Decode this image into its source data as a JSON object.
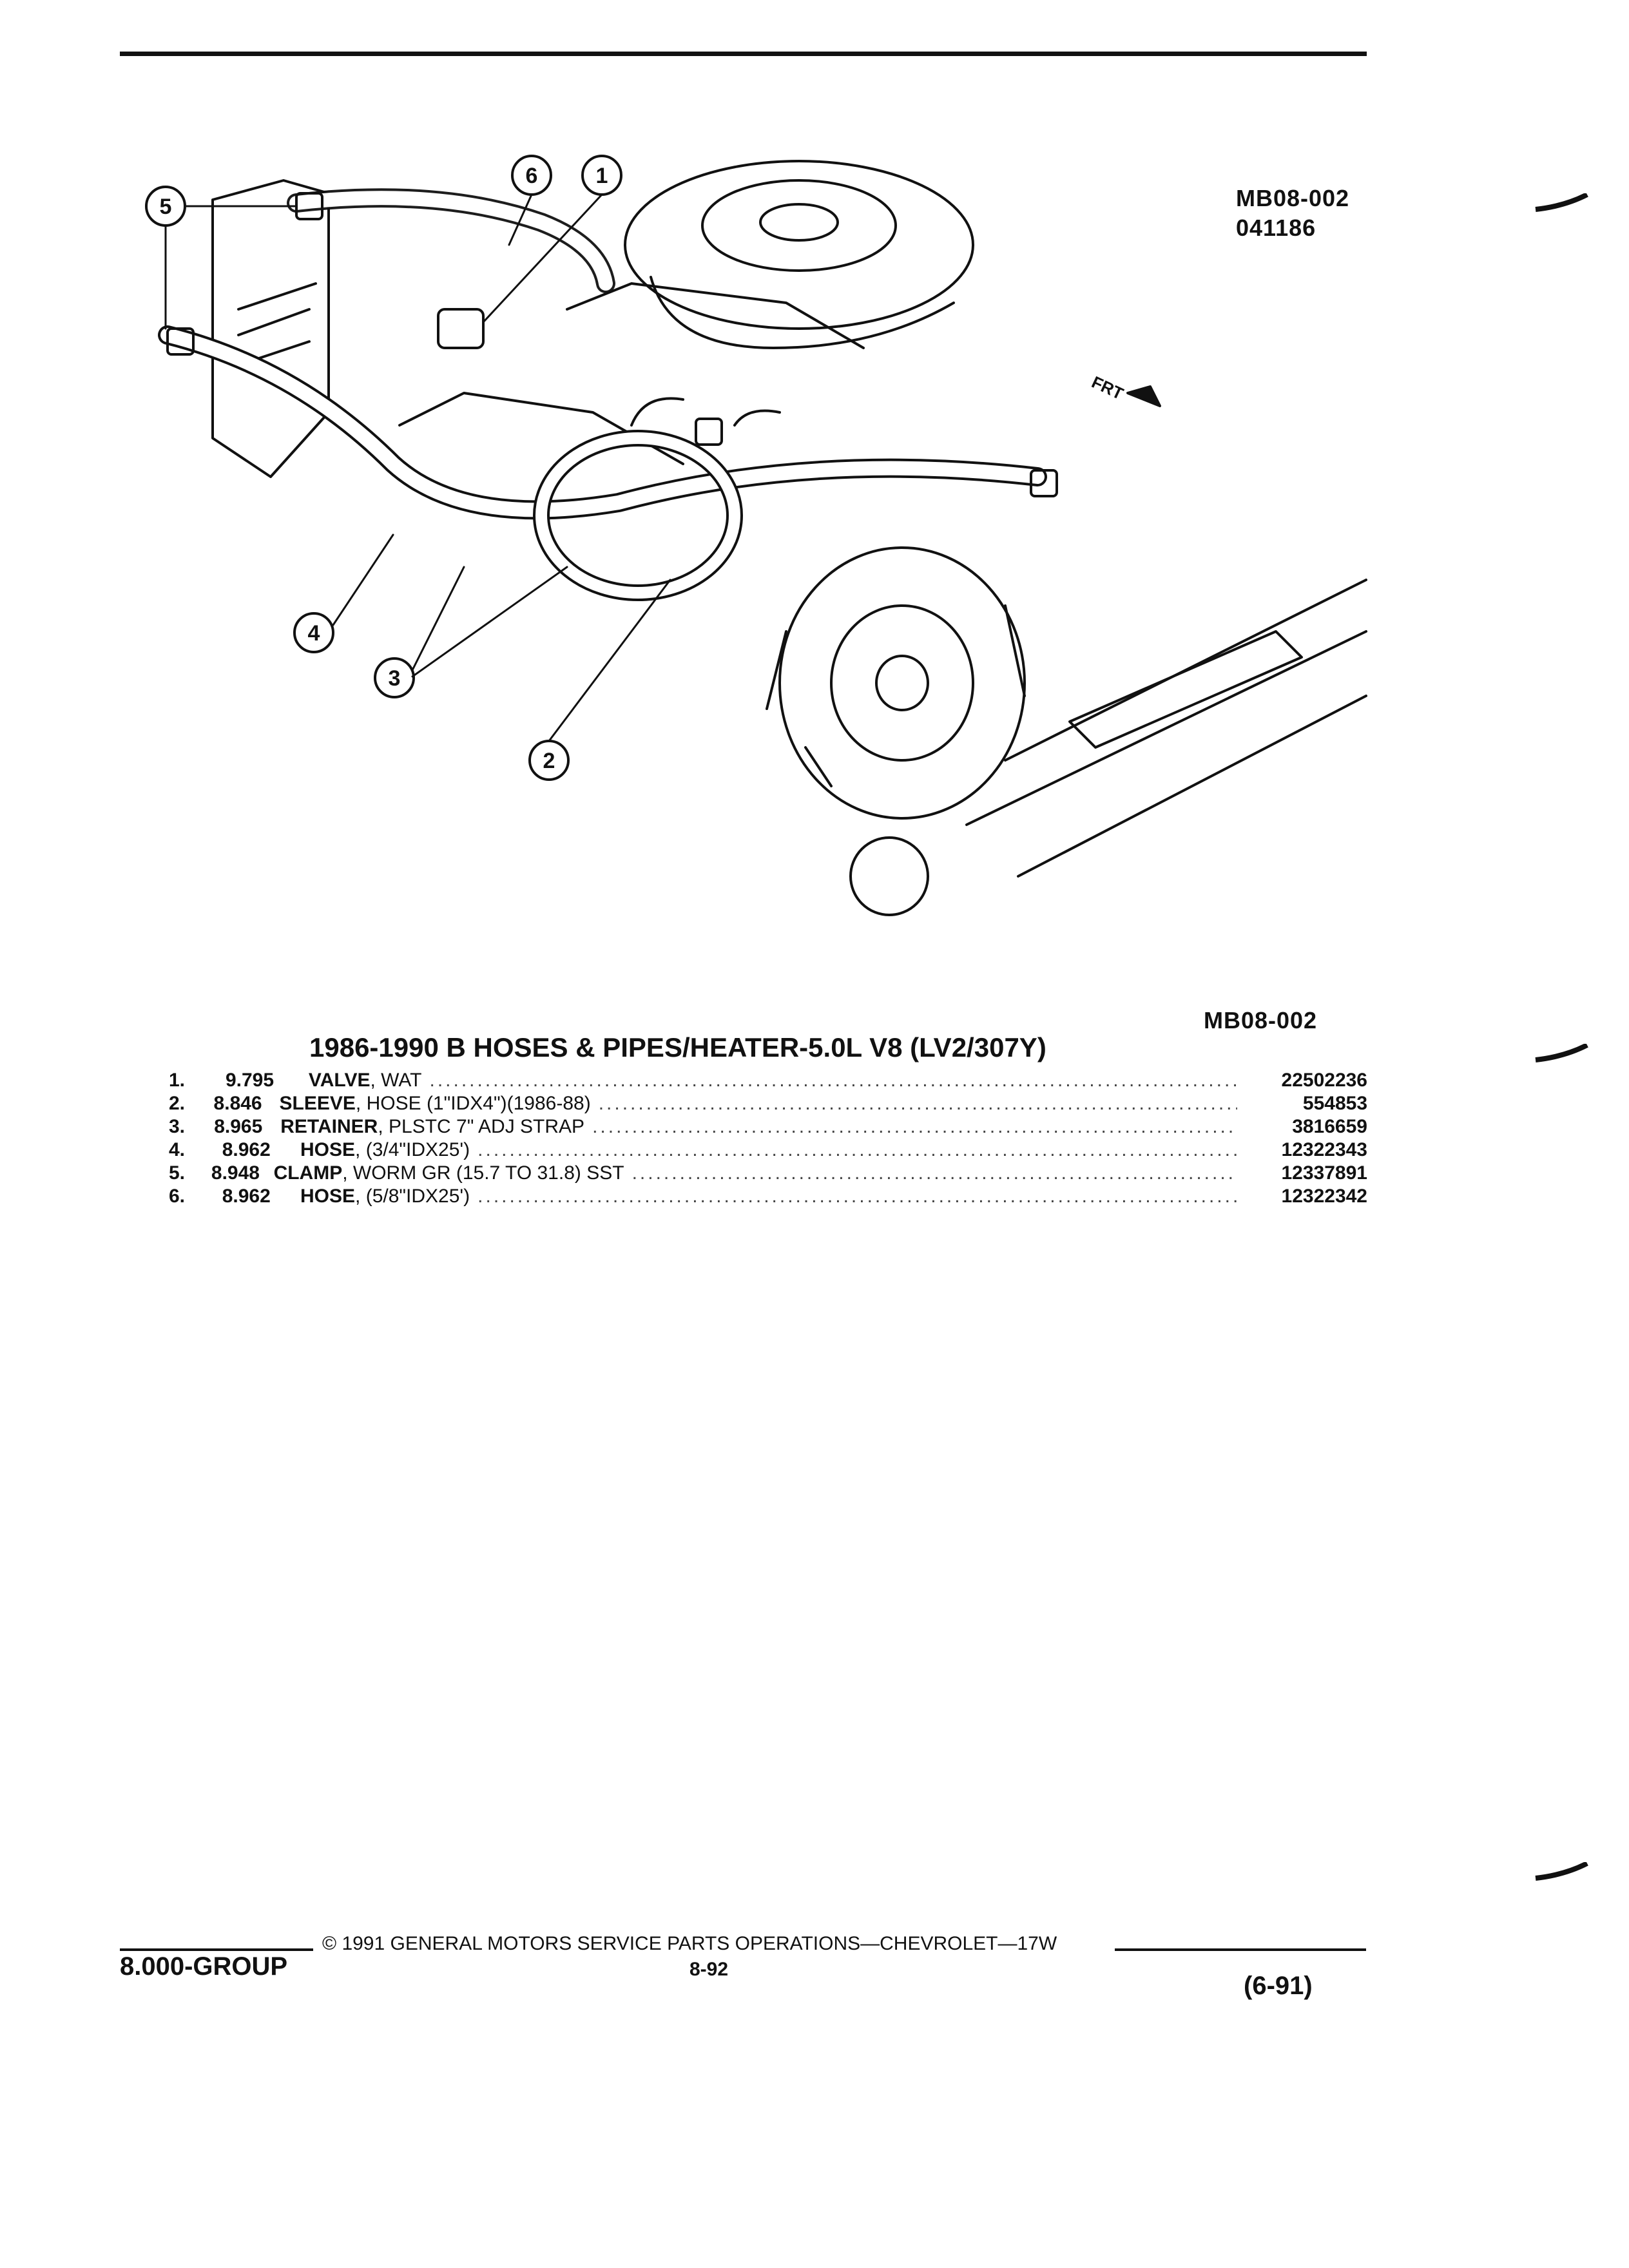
{
  "diagram": {
    "code": "MB08-002",
    "date_code": "041186",
    "frt_label": "FRT",
    "callouts": [
      "1",
      "2",
      "3",
      "4",
      "5",
      "6"
    ]
  },
  "table": {
    "code": "MB08-002",
    "title": "1986-1990 B HOSES & PIPES/HEATER-5.0L V8 (LV2/307Y)",
    "parts": [
      {
        "num": "1.",
        "group": "9.795",
        "name": "VALVE",
        "desc": ", WAT",
        "pn": "22502236"
      },
      {
        "num": "2.",
        "group": "8.846",
        "name": "SLEEVE",
        "desc": ", HOSE (1\"IDX4\")(1986-88)",
        "pn": "554853"
      },
      {
        "num": "3.",
        "group": "8.965",
        "name": "RETAINER",
        "desc": ", PLSTC 7\" ADJ STRAP",
        "pn": "3816659"
      },
      {
        "num": "4.",
        "group": "8.962",
        "name": "HOSE",
        "desc": ", (3/4\"IDX25')",
        "pn": "12322343"
      },
      {
        "num": "5.",
        "group": "8.948",
        "name": "CLAMP",
        "desc": ", WORM GR (15.7 TO 31.8) SST",
        "pn": "12337891"
      },
      {
        "num": "6.",
        "group": "8.962",
        "name": "HOSE",
        "desc": ", (5/8\"IDX25')",
        "pn": "12322342"
      }
    ]
  },
  "footer": {
    "group": "8.000-GROUP",
    "copyright": "© 1991 GENERAL MOTORS SERVICE PARTS OPERATIONS—CHEVROLET—17W",
    "page": "8-92",
    "revision": "(6-91)"
  }
}
